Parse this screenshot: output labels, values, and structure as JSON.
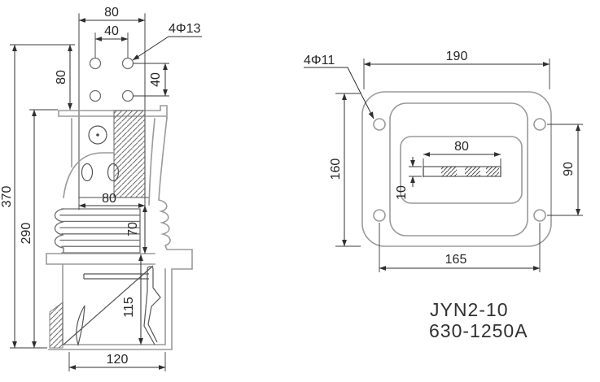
{
  "title_block": {
    "model": "JYN2-10",
    "rating": "630-1250A"
  },
  "front_view": {
    "label_top_width": "80",
    "label_hole_pitch_top": "40",
    "label_hole_pitch_side": "40",
    "label_plate_holes": "4Φ13",
    "label_terminal_height": "80",
    "label_total_height": "370",
    "label_lower_height": "290",
    "label_conductor_width": "80",
    "label_bellows_height": "70",
    "label_box_depth": "115",
    "label_box_width": "120"
  },
  "side_view": {
    "label_flange_width": "190",
    "label_flange_height": "160",
    "label_hole_pitch_v": "90",
    "label_hole_pitch_h": "165",
    "label_bar_width": "80",
    "label_bar_thickness": "10",
    "label_flange_holes": "4Φ11"
  }
}
